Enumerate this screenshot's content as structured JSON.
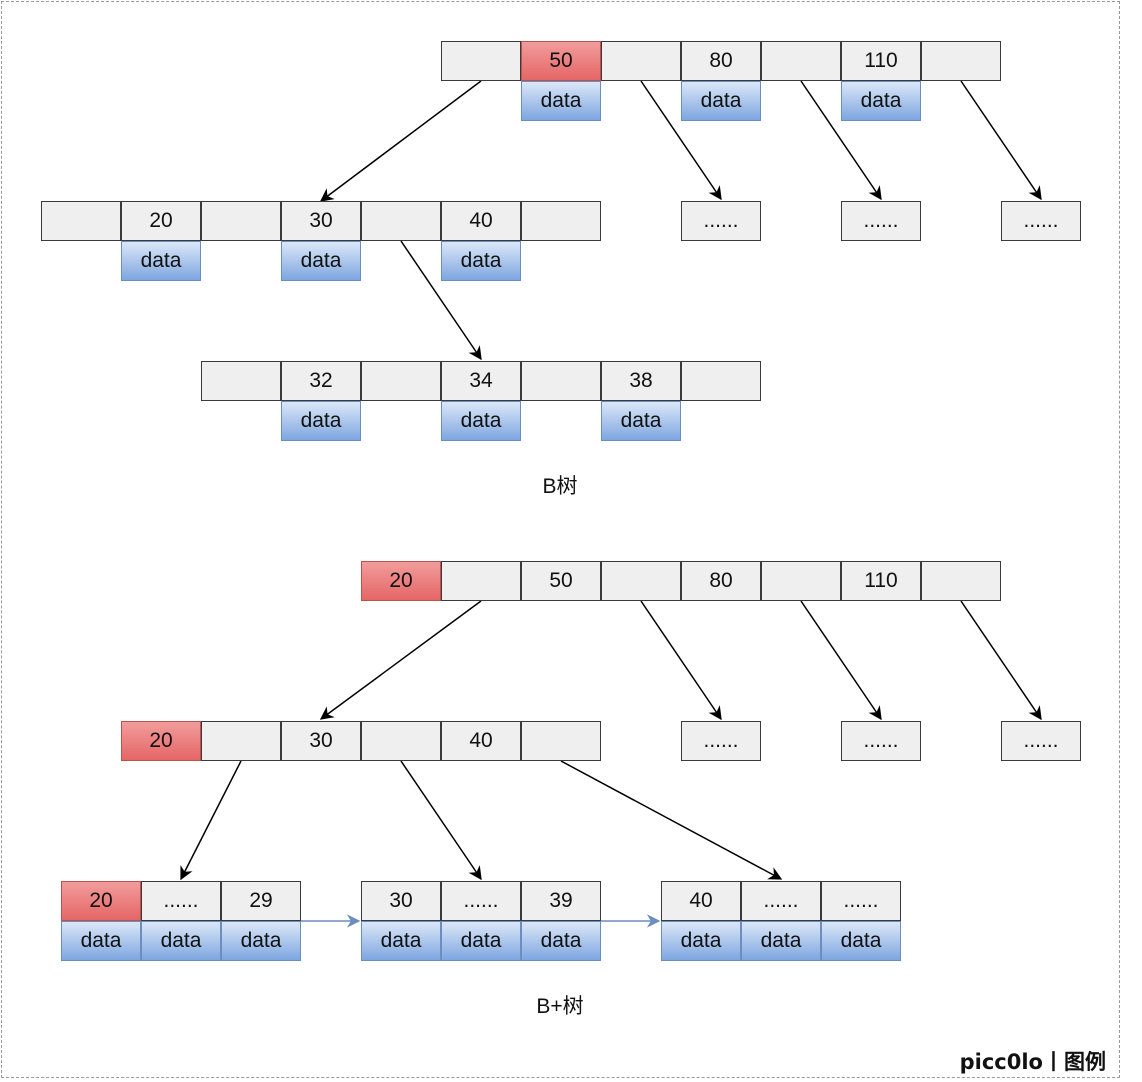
{
  "btree": {
    "caption": "B树",
    "root": [
      "",
      "50",
      "",
      "80",
      "",
      "110",
      ""
    ],
    "root_data": [
      "data",
      "data",
      "data"
    ],
    "mid": [
      "",
      "20",
      "",
      "30",
      "",
      "40",
      ""
    ],
    "mid_data": [
      "data",
      "data",
      "data"
    ],
    "leaf": [
      "",
      "32",
      "",
      "34",
      "",
      "38",
      ""
    ],
    "leaf_data": [
      "data",
      "data",
      "data"
    ],
    "placeholders": [
      "......",
      "......",
      "......"
    ]
  },
  "bplus": {
    "caption": "B+树",
    "root": [
      "20",
      "",
      "50",
      "",
      "80",
      "",
      "110",
      ""
    ],
    "mid": [
      "20",
      "",
      "30",
      "",
      "40",
      ""
    ],
    "placeholders": [
      "......",
      "......",
      "......"
    ],
    "leaf1": [
      "20",
      "......",
      "29"
    ],
    "leaf1_data": [
      "data",
      "data",
      "data"
    ],
    "leaf2": [
      "30",
      "......",
      "39"
    ],
    "leaf2_data": [
      "data",
      "data",
      "data"
    ],
    "leaf3": [
      "40",
      "......",
      "......"
    ],
    "leaf3_data": [
      "data",
      "data",
      "data"
    ]
  },
  "watermark": "picc0lo丨图例",
  "colors": {
    "highlight": "#e56666",
    "data": "#7ea6e0",
    "cell": "#efefef",
    "link": "#6c8ebf"
  }
}
